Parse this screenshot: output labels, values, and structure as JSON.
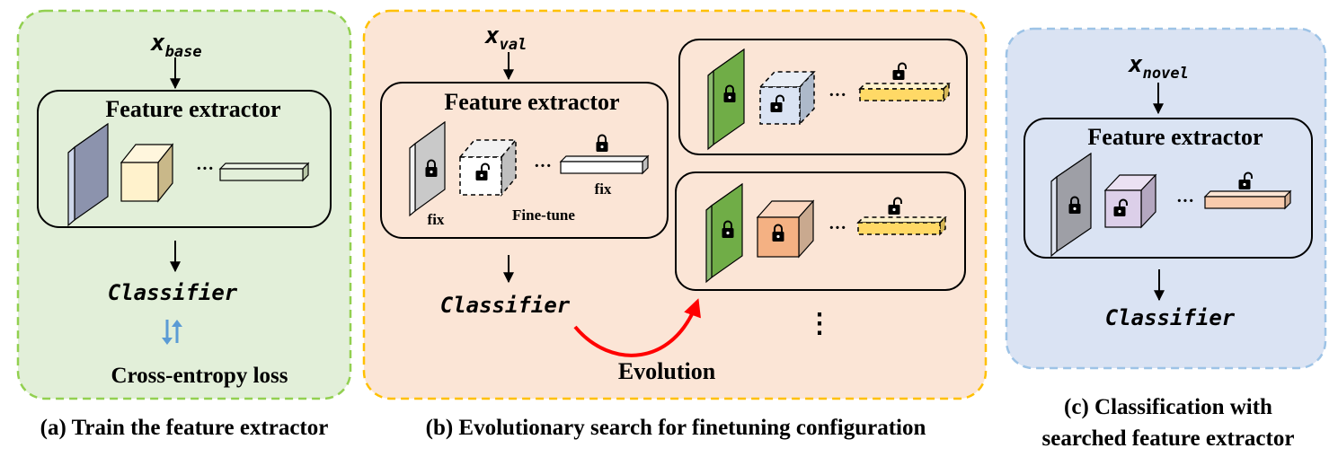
{
  "panel_a": {
    "input_main": "x",
    "input_sub": "base",
    "extractor_title": "Feature extractor",
    "classifier": "Classifier",
    "loss": "Cross-entropy loss",
    "caption": "(a) Train the feature extractor",
    "colors": {
      "panel_fill": "#e2efd9",
      "panel_border": "#92d050",
      "arrows": "#5b9bd5"
    }
  },
  "panel_b": {
    "input_main": "x",
    "input_sub": "val",
    "extractor_title": "Feature extractor",
    "label_fix_1": "fix",
    "label_fix_2": "fix",
    "label_finetune": "Fine-tune",
    "classifier": "Classifier",
    "evolution": "Evolution",
    "more": "⋮",
    "caption": "(b) Evolutionary search for finetuning configuration",
    "colors": {
      "panel_fill": "#fbe5d6",
      "panel_border": "#ffc000",
      "evolution_arrow": "#ff0000"
    }
  },
  "panel_c": {
    "input_main": "x",
    "input_sub": "novel",
    "extractor_title": "Feature extractor",
    "classifier": "Classifier",
    "caption_line1": "(c) Classification with",
    "caption_line2": "searched feature extractor",
    "colors": {
      "panel_fill": "#dae3f3",
      "panel_border": "#9dc3e6"
    }
  },
  "ellipsis": "···",
  "icons": [
    "lock-icon",
    "unlock-icon",
    "arrow-down-icon",
    "swap-arrows-icon"
  ]
}
